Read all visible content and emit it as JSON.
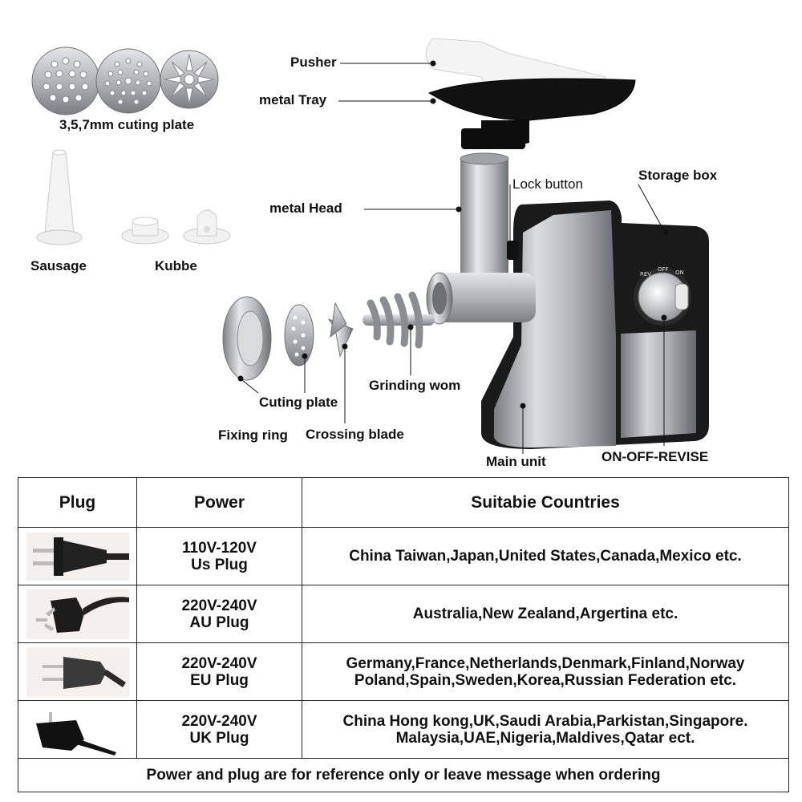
{
  "labels": {
    "pusher": "Pusher",
    "metal_tray": "metal Tray",
    "cutting_plates": "3,5,7mm cuting plate",
    "lock_button": "Lock button",
    "storage_box": "Storage box",
    "metal_head": "metal Head",
    "sausage": "Sausage",
    "kubbe": "Kubbe",
    "cuting_plate": "Cuting plate",
    "grinding_worm": "Grinding wom",
    "fixing_ring": "Fixing ring",
    "crossing_blade": "Crossing blade",
    "main_unit": "Main unit",
    "on_off_revise": "ON-OFF-REVISE",
    "knob_rev": "REV",
    "knob_off": "OFF",
    "knob_on": "ON"
  },
  "table": {
    "headers": {
      "plug": "Plug",
      "power": "Power",
      "countries": "Suitabie Countries"
    },
    "rows": [
      {
        "plug_icon": "us-plug-icon",
        "voltage": "110V-120V",
        "plug_type": "Us Plug",
        "countries_1": "China Taiwan,Japan,United States,Canada,Mexico etc.",
        "countries_2": ""
      },
      {
        "plug_icon": "au-plug-icon",
        "voltage": "220V-240V",
        "plug_type": "AU Plug",
        "countries_1": "Australia,New Zealand,Argertina etc.",
        "countries_2": ""
      },
      {
        "plug_icon": "eu-plug-icon",
        "voltage": "220V-240V",
        "plug_type": "EU Plug",
        "countries_1": "Germany,France,Netherlands,Denmark,Finland,Norway",
        "countries_2": "Poland,Spain,Sweden,Korea,Russian Federation etc."
      },
      {
        "plug_icon": "uk-plug-icon",
        "voltage": "220V-240V",
        "plug_type": "UK Plug",
        "countries_1": "China Hong kong,UK,Saudi Arabia,Parkistan,Singapore.",
        "countries_2": "Malaysia,UAE,Nigeria,Maldives,Qatar ect."
      }
    ],
    "footer": "Power and plug are for reference only or leave message when ordering"
  },
  "colors": {
    "body_black": "#1a1a1a",
    "steel": "#b9bcc0",
    "steel_dark": "#7d8186",
    "accessory_white": "#f2f2f2"
  }
}
